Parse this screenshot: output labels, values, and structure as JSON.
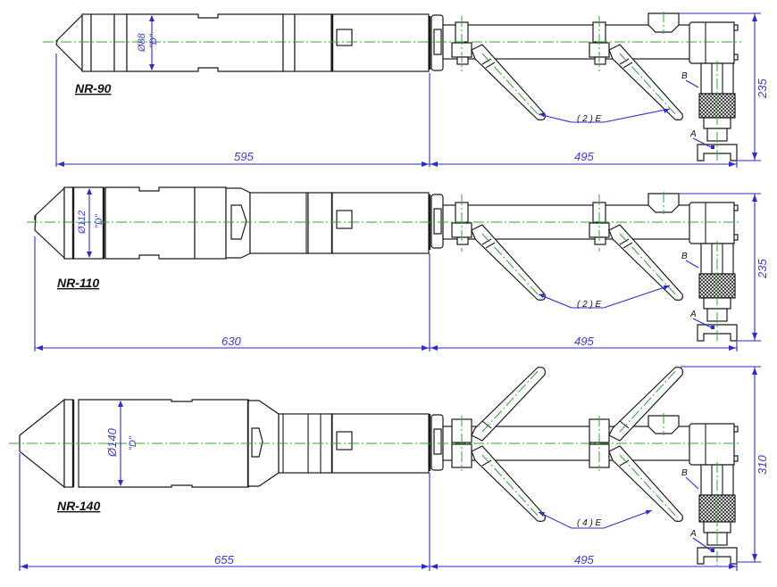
{
  "drawing": {
    "title": "Nozzle assembly dimensional drawing",
    "colors": {
      "outline": "#1a1a1a",
      "centerline": "#2fa52f",
      "dimension": "#3a3ae0",
      "background": "#ffffff"
    },
    "models": [
      {
        "name": "NR-90",
        "diameter_label": "Ø88",
        "diameter_tag": "\"D\"",
        "body_length": "595",
        "manifold_length": "495",
        "height": "235",
        "handles_callout": "( 2 ) E",
        "callout_a": "A",
        "callout_b": "B"
      },
      {
        "name": "NR-110",
        "diameter_label": "Ø112",
        "diameter_tag": "\"D\"",
        "body_length": "630",
        "manifold_length": "495",
        "height": "235",
        "handles_callout": "( 2 ) E",
        "callout_a": "A",
        "callout_b": "B"
      },
      {
        "name": "NR-140",
        "diameter_label": "Ø140",
        "diameter_tag": "\"D\"",
        "body_length": "655",
        "manifold_length": "495",
        "height": "310",
        "handles_callout": "( 4 ) E",
        "callout_a": "A",
        "callout_b": "B"
      }
    ]
  }
}
